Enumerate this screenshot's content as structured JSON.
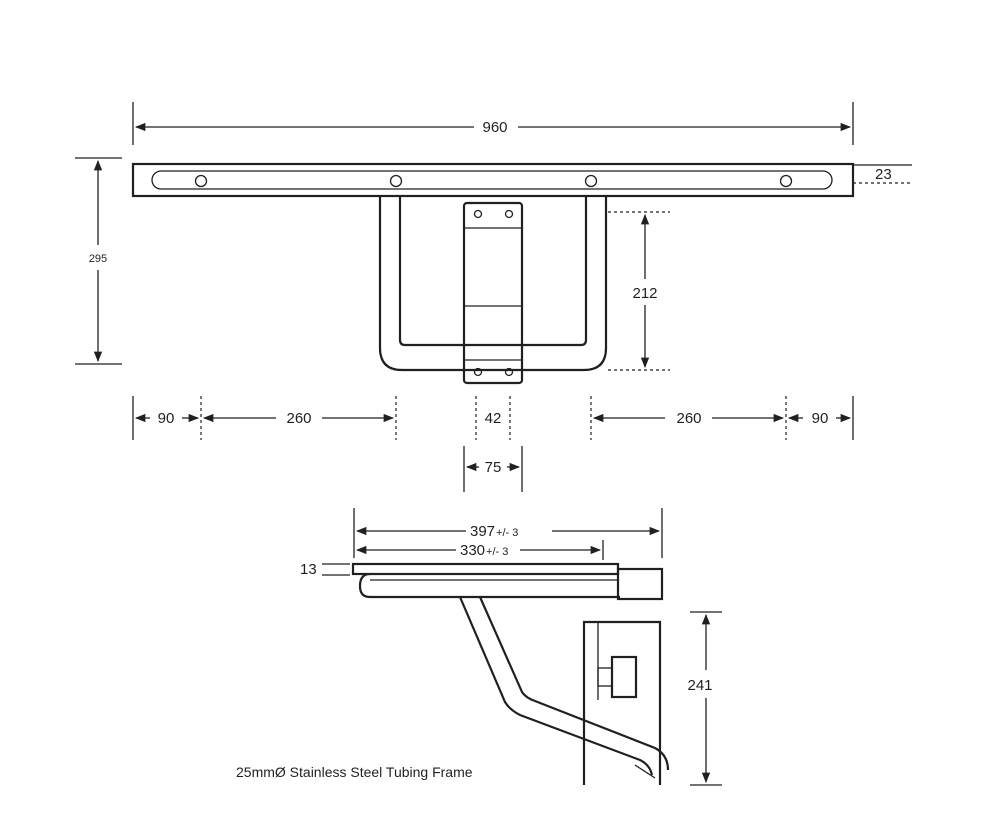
{
  "dimensions": {
    "overall_width": "960",
    "rail_height": "23",
    "total_depth": "295",
    "tube_drop": "212",
    "left_end": "90",
    "left_span": "260",
    "plate_holes": "42",
    "plate_width": "75",
    "right_span": "260",
    "right_end": "90",
    "seat_depth": "397",
    "seat_depth_tol": "+/- 3",
    "seat_inner": "330",
    "seat_inner_tol": "+/- 3",
    "seat_thickness": "13",
    "side_height": "241"
  },
  "caption": "25mmØ Stainless Steel Tubing Frame"
}
